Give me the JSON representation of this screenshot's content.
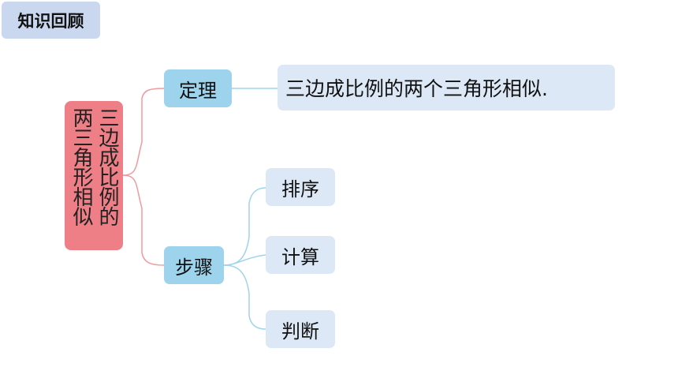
{
  "header": {
    "tag": "知识回顾"
  },
  "root": {
    "col1": "三边成比例的",
    "col2": "两三角形相似"
  },
  "branches": {
    "theorem": {
      "label": "定理",
      "content": "三边成比例的两个三角形相似."
    },
    "steps": {
      "label": "步骤",
      "items": [
        "排序",
        "计算",
        "判断"
      ]
    }
  },
  "colors": {
    "root": "#ef7f86",
    "node": "#9dd3ec",
    "leaf": "#dde8f6",
    "tag": "#c9d7ef",
    "link_red": "#ef9aa0",
    "link_blue": "#9dd3ec"
  }
}
